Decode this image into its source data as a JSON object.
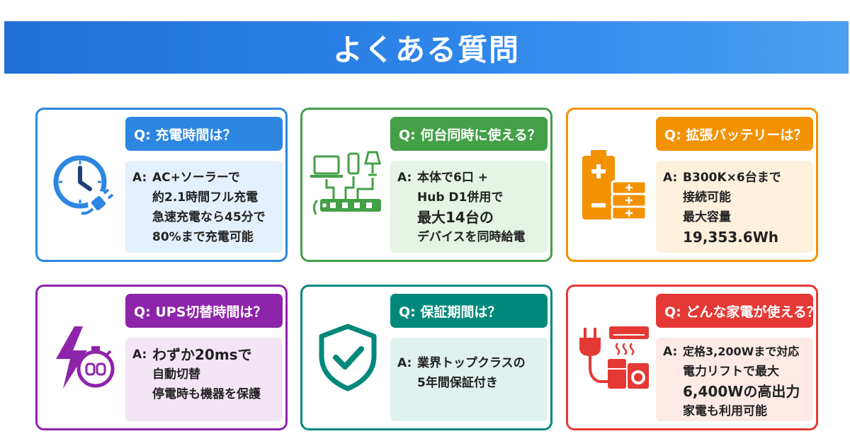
{
  "header": {
    "title": "よくある質問"
  },
  "faqs": [
    {
      "question": "Q: 充電時間は？",
      "a_prefix": "A:",
      "lines": [
        "AC+ソーラーで",
        "約2.1時間フル充電",
        "急速充電なら45分で",
        "80%まで充電可能"
      ],
      "icon": "clock-plug-icon",
      "color": "#2d86e0"
    },
    {
      "question": "Q: 何台同時に使える？",
      "a_prefix": "A:",
      "lines": [
        "本体で6口 +",
        "Hub D1併用で",
        "最大14台の",
        "デバイスを同時給電"
      ],
      "icon": "devices-power-strip-icon",
      "color": "#43a047"
    },
    {
      "question": "Q: 拡張バッテリーは？",
      "a_prefix": "A:",
      "lines": [
        "B300K×6台まで",
        "接続可能",
        "最大容量",
        "19,353.6Wh"
      ],
      "icon": "battery-stack-icon",
      "color": "#f39200"
    },
    {
      "question": "Q: UPS切替時間は？",
      "a_prefix": "A:",
      "lines": [
        "わずか20msで",
        "自動切替",
        "停電時も機器を保護"
      ],
      "icon": "lightning-stopwatch-icon",
      "color": "#8e24aa"
    },
    {
      "question": "Q: 保証期間は？",
      "a_prefix": "A:",
      "lines": [
        "業界トップクラスの",
        "5年間保証付き"
      ],
      "icon": "shield-check-icon",
      "color": "#00897b"
    },
    {
      "question": "Q: どんな家電が使える？",
      "a_prefix": "A:",
      "lines": [
        "定格3,200Wまで対応",
        "電力リフトで最大",
        "6,400Wの高出力",
        "家電も利用可能"
      ],
      "icon": "plug-appliances-icon",
      "color": "#e53935"
    }
  ]
}
